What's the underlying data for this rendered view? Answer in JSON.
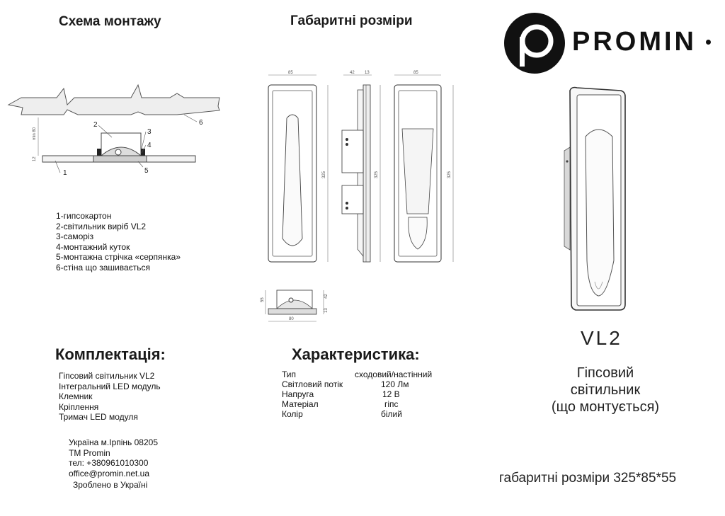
{
  "headings": {
    "scheme": "Схема монтажу",
    "dimensions": "Габаритні розміри",
    "kit": "Комплектація:",
    "specs": "Характеристика:"
  },
  "brand": {
    "name": "PROMIN",
    "logo_letter": "p"
  },
  "mounting_legend": [
    "1-гипсокартон",
    "2-світильник виріб VL2",
    "3-саморіз",
    "4-монтажний куток",
    "5-монтажна стрічка «серпянка»",
    "6-стіна що зашивається"
  ],
  "diagram_labels": {
    "callouts": [
      "1",
      "2",
      "3",
      "4",
      "5",
      "6"
    ],
    "min80": "min 80",
    "twelve": "12",
    "width85": "85",
    "height325": "325",
    "d42": "42",
    "d13": "13",
    "d55": "55",
    "d80": "80"
  },
  "kit_items": [
    "Гіпсовий світильник VL2",
    "Інтегральний LED модуль",
    "Клемник",
    "Кріплення",
    "Тримач LED модуля"
  ],
  "specs": [
    {
      "label": "Тип",
      "value": "сходовий/настінний"
    },
    {
      "label": "Світловий потік",
      "value": "120 Лм"
    },
    {
      "label": "Напруга",
      "value": "12 В"
    },
    {
      "label": "Матеріал",
      "value": "гіпс"
    },
    {
      "label": "Колір",
      "value": "білий"
    }
  ],
  "contacts": {
    "address": "Україна м.Ірпінь 08205",
    "tm": "TM Promin",
    "phone": "тел: +380961010300",
    "email": "office@promin.net.ua",
    "made_in": "Зроблено в Україні"
  },
  "product": {
    "code": "VL2",
    "name_line1": "Гіпсовий",
    "name_line2": "світильник",
    "name_line3": "(що монтується)",
    "dimensions": "габаритні розміри 325*85*55"
  }
}
